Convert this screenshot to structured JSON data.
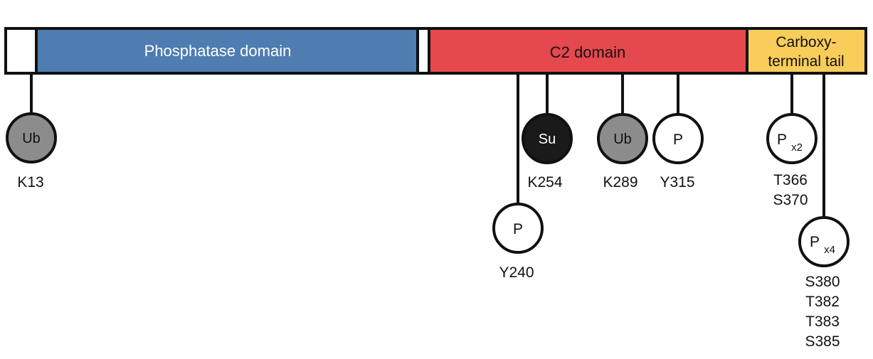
{
  "domains": [
    {
      "label": "Phosphatase domain",
      "color": "#4f7cb1"
    },
    {
      "label": "C2 domain",
      "color": "#e5484d"
    },
    {
      "label": [
        "Carboxy-",
        "terminal tail"
      ],
      "color": "#f9cd5a"
    }
  ],
  "modifications": [
    {
      "type": "Ub",
      "sites": [
        "K13"
      ]
    },
    {
      "type": "P",
      "sites": [
        "Y240"
      ]
    },
    {
      "type": "Su",
      "sites": [
        "K254"
      ]
    },
    {
      "type": "Ub",
      "sites": [
        "K289"
      ]
    },
    {
      "type": "P",
      "sites": [
        "Y315"
      ]
    },
    {
      "type": "P",
      "subscript": "x2",
      "sites": [
        "T366",
        "S370"
      ]
    },
    {
      "type": "P",
      "subscript": "x4",
      "sites": [
        "S380",
        "T382",
        "T383",
        "S385"
      ]
    }
  ],
  "colors": {
    "ubiquitin_fill": "#8c8c8c",
    "sumo_fill": "#1a1a1a",
    "phospho_fill": "#ffffff",
    "outline": "#111111"
  }
}
